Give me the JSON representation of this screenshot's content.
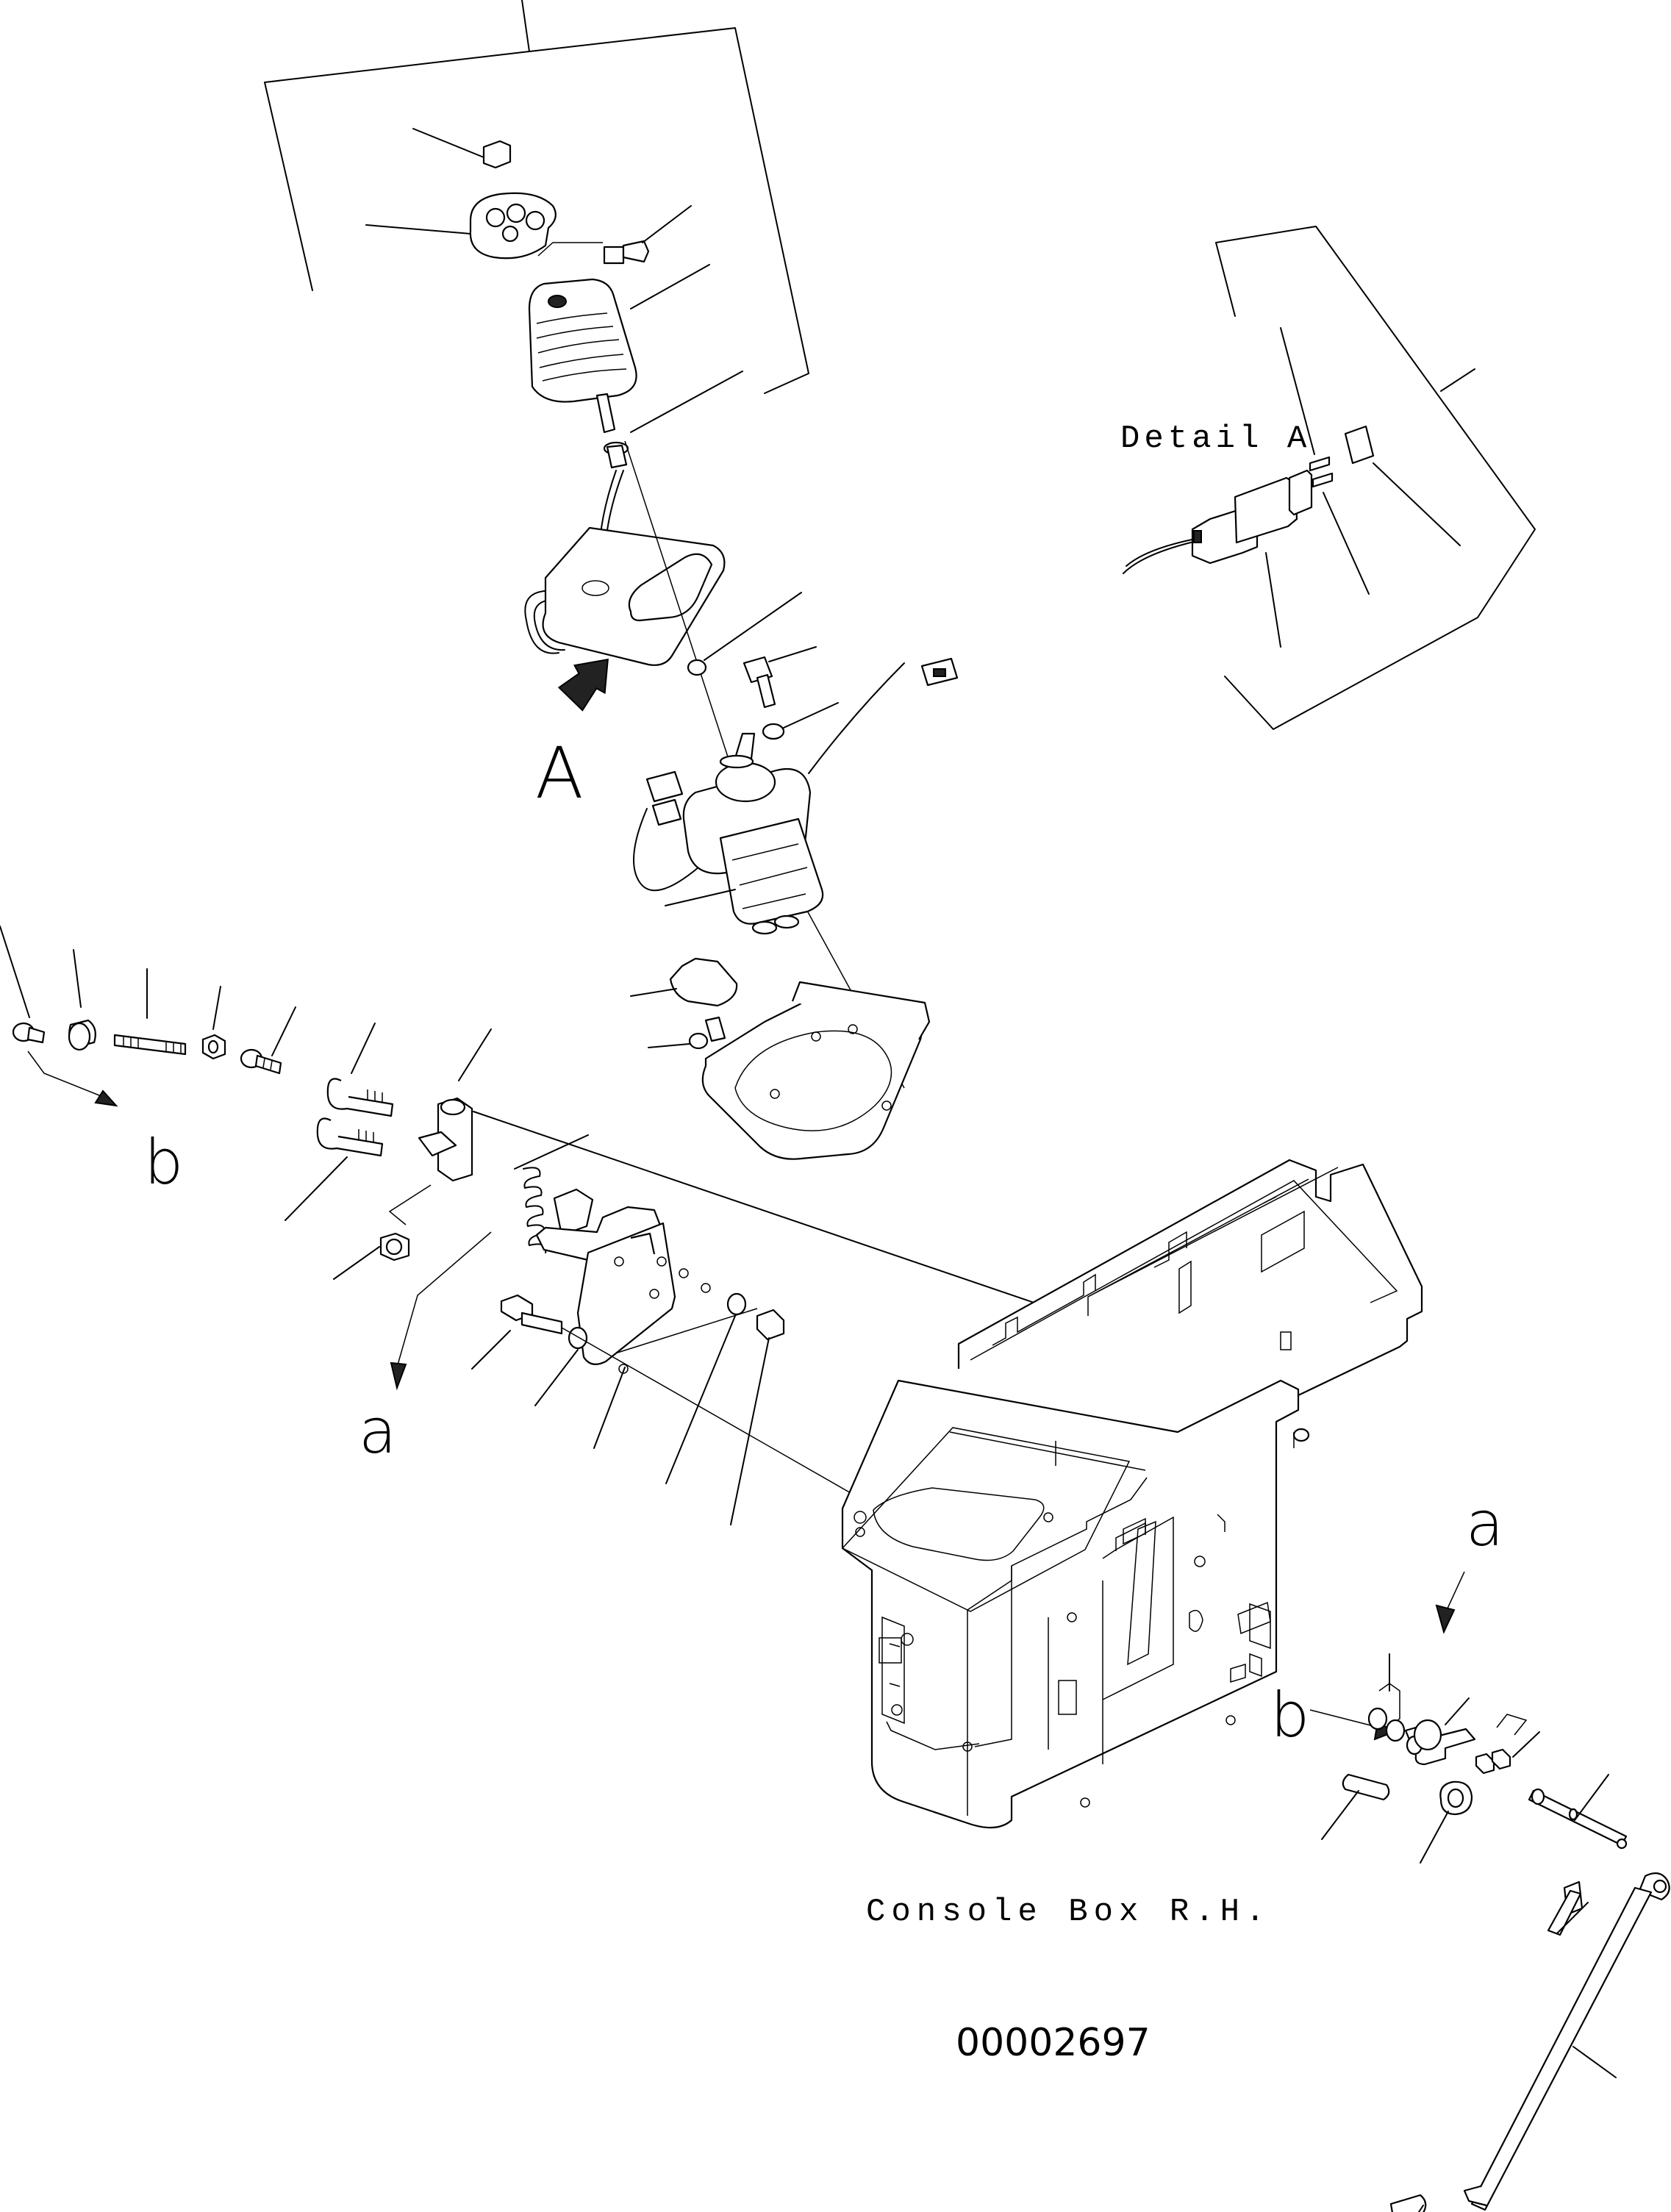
{
  "labels": {
    "detail_title": "Detail A",
    "view_marker": "A",
    "ref_b_left": "b",
    "ref_a_left": "a",
    "ref_a_right": "a",
    "ref_b_right": "b",
    "assembly_caption": "Console Box R.H.",
    "drawing_number": "00002697"
  }
}
